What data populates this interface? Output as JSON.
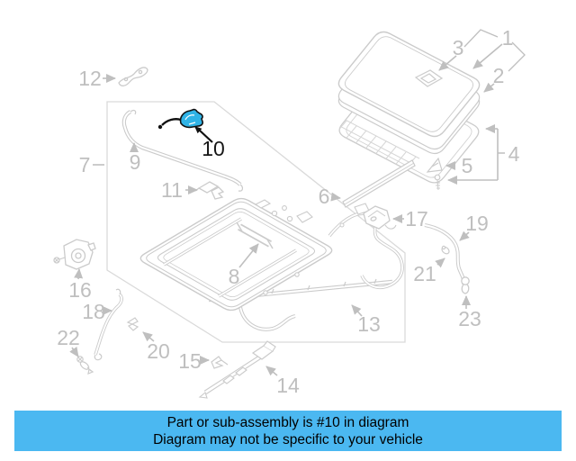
{
  "banner": {
    "line1": "Part or sub-assembly is #10 in diagram",
    "line2": "Diagram may not be specific to your vehicle",
    "background_color": "#4bb8f1",
    "text_color": "#000000"
  },
  "diagram": {
    "type": "exploded-parts-diagram",
    "subject": "sunroof assembly",
    "line_color": "#cbcbcb",
    "label_color": "#bfbfbf",
    "highlight": {
      "callout": "10",
      "fill_color": "#2fb3e6",
      "outline_color": "#111111"
    },
    "callouts": [
      {
        "num": "1"
      },
      {
        "num": "2"
      },
      {
        "num": "3"
      },
      {
        "num": "4"
      },
      {
        "num": "5"
      },
      {
        "num": "6"
      },
      {
        "num": "7"
      },
      {
        "num": "8"
      },
      {
        "num": "9"
      },
      {
        "num": "10"
      },
      {
        "num": "11"
      },
      {
        "num": "12"
      },
      {
        "num": "13"
      },
      {
        "num": "14"
      },
      {
        "num": "15"
      },
      {
        "num": "16"
      },
      {
        "num": "17"
      },
      {
        "num": "18"
      },
      {
        "num": "19"
      },
      {
        "num": "20"
      },
      {
        "num": "21"
      },
      {
        "num": "22"
      },
      {
        "num": "23"
      }
    ]
  }
}
